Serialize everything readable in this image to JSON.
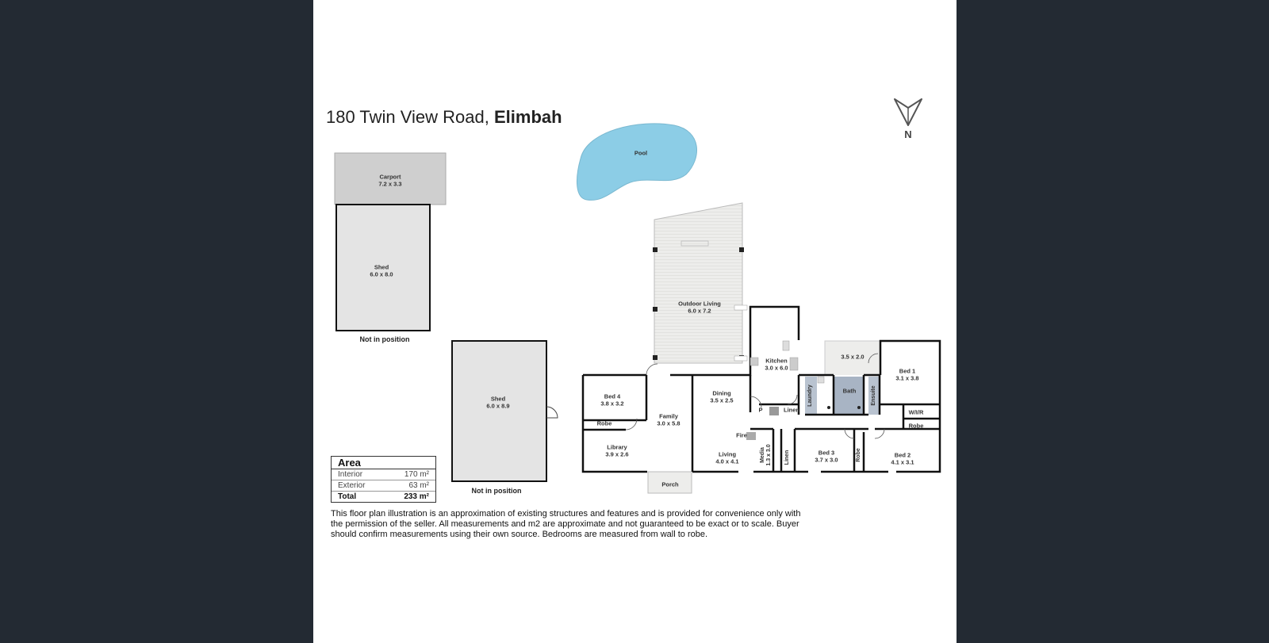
{
  "address": {
    "street": "180 Twin View Road,",
    "suburb": "Elimbah"
  },
  "compass": {
    "label": "N"
  },
  "rooms": {
    "pool": "Pool",
    "carport": {
      "name": "Carport",
      "dim": "7.2 x 3.3"
    },
    "shed1": {
      "name": "Shed",
      "dim": "6.0 x 8.0"
    },
    "shed2": {
      "name": "Shed",
      "dim": "6.0 x 8.9"
    },
    "outdoor": {
      "name": "Outdoor Living",
      "dim": "6.0 x 7.2"
    },
    "kitchen": {
      "name": "Kitchen",
      "dim": "3.0 x 6.0"
    },
    "dining": {
      "name": "Dining",
      "dim": "3.5 x 2.5"
    },
    "family": {
      "name": "Family",
      "dim": "3.0 x 5.8"
    },
    "bed4": {
      "name": "Bed 4",
      "dim": "3.8 x 3.2"
    },
    "robe4": "Robe",
    "library": {
      "name": "Library",
      "dim": "3.9 x 2.6"
    },
    "living": {
      "name": "Living",
      "dim": "4.0 x 4.1"
    },
    "media": {
      "name": "Media",
      "dim": "1.3 x 3.0"
    },
    "fire": "Fire",
    "pantry": "P",
    "linen1": "Linen",
    "linen2": "Linen",
    "laundry": "Laundry",
    "bath": "Bath",
    "ensuite": "Ensuite",
    "patio": {
      "dim": "3.5 x 2.0"
    },
    "bed1": {
      "name": "Bed 1",
      "dim": "3.1 x 3.8"
    },
    "wir": "W/I/R",
    "robe1": "Robe",
    "bed2": {
      "name": "Bed 2",
      "dim": "4.1 x 3.1"
    },
    "bed3": {
      "name": "Bed 3",
      "dim": "3.7 x 3.0"
    },
    "robe3": "Robe",
    "porch": "Porch"
  },
  "not_in_position": "Not in position",
  "area": {
    "title": "Area",
    "rows": [
      {
        "label": "Interior",
        "value": "170 m²"
      },
      {
        "label": "Exterior",
        "value": "63 m²"
      },
      {
        "label": "Total",
        "value": "233 m²"
      }
    ]
  },
  "disclaimer": "This floor plan illustration is an approximation of existing structures and features and is provided for convenience only with the permission of the seller. All measurements and m2 are approximate and not guaranteed to be exact or to scale. Buyer should confirm measurements using their own source. Bedrooms are measured from wall to robe.",
  "colors": {
    "pool": "#8ccde6",
    "shed": "#e4e4e4",
    "carport": "#cfcfcf",
    "wall": "#111111",
    "bath": "#a8b4c4",
    "deck": "#ededeb"
  }
}
